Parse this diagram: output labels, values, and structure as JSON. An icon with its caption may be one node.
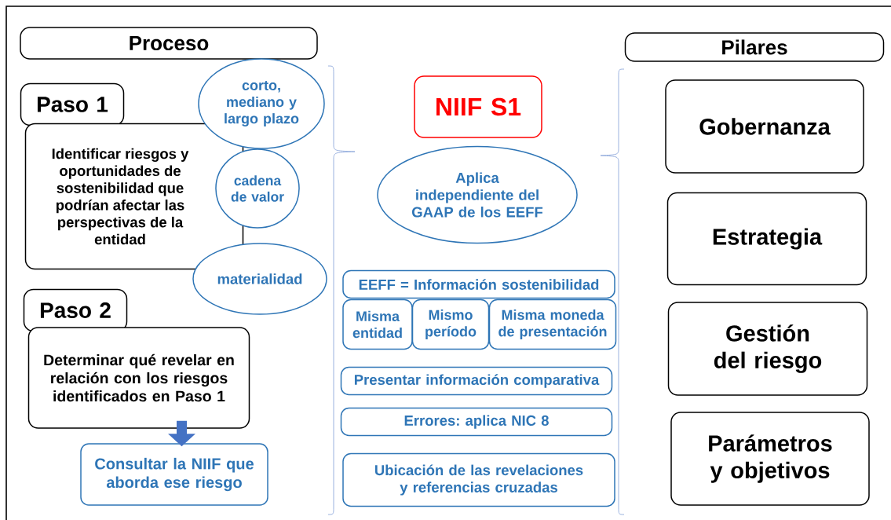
{
  "diagram": {
    "nodes": [
      {
        "text": [
          "Proceso"
        ]
      },
      {
        "text": [
          "Paso 1"
        ]
      },
      {
        "text": [
          "Identificar riesgos y oportunidades de sostenibilidad que podrían afectar las perspectivas de la entidad"
        ]
      },
      {
        "text": [
          "corto, mediano y largo plazo"
        ]
      },
      {
        "text": [
          "cadena de valor"
        ]
      },
      {
        "text": [
          "materialidad"
        ]
      },
      {
        "text": [
          "Paso 2"
        ]
      },
      {
        "text": [
          "Determinar qué revelar en relación con los riesgos identificados en Paso 1"
        ]
      },
      {
        "text": [
          "Consultar la NIIF que aborda ese riesgo"
        ]
      },
      {
        "text": [
          "NIIF S1"
        ]
      },
      {
        "text": [
          "Aplica independiente del GAAP de los EEFF"
        ]
      },
      {
        "text": [
          "EEFF = Información sostenibilidad"
        ]
      },
      {
        "text": [
          "Misma entidad"
        ]
      },
      {
        "text": [
          "Mismo período"
        ]
      },
      {
        "text": [
          "Misma moneda de presentación"
        ]
      },
      {
        "text": [
          "Presentar información comparativa"
        ]
      },
      {
        "text": [
          "Errores: aplica NIC 8"
        ]
      },
      {
        "text": [
          "Ubicación de las revelaciones y referencias cruzadas"
        ]
      },
      {
        "text": [
          "Pilares"
        ]
      },
      {
        "text": [
          "Gobernanza"
        ]
      },
      {
        "text": [
          "Estrategia"
        ]
      },
      {
        "text": [
          "Gestión del riesgo"
        ]
      },
      {
        "text": [
          "Parámetros y objetivos"
        ]
      }
    ],
    "edges": [
      {
        "from": 7,
        "to": 8,
        "arrow": "to"
      }
    ]
  }
}
